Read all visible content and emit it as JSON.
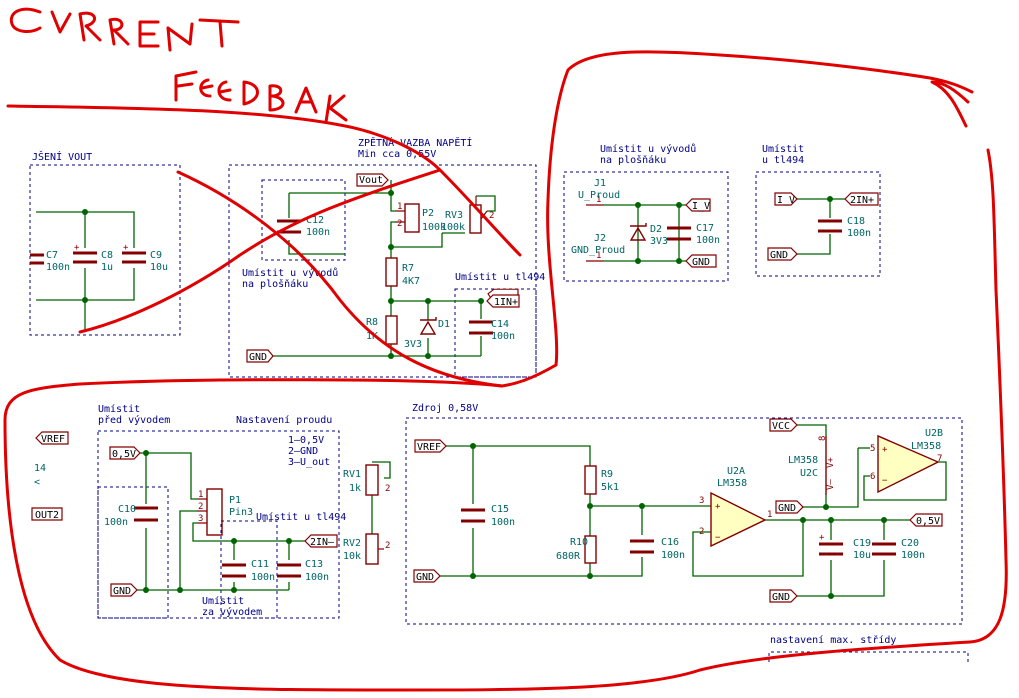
{
  "annotation": {
    "line1": "CVRRENT",
    "line2": "FEEDBAK"
  },
  "notes": {
    "voltage_feedback": "ZPĚTNÁ VAZBA NAPĚTÍ",
    "voltage_feedback_min": "Min cca 0,55V",
    "filter_vout": "JŠENÍ VOUT",
    "place_near_outputs": "Umístit u vývodů",
    "near_terminals": "na plošňáku",
    "place_at_tl494": "Umístit u tl494",
    "place_at": "Umístit",
    "at_tl494": "u tl494",
    "place_before": "Umístit",
    "before_outputs": "před vývodem",
    "current_setting": "Nastavení proudu",
    "setting_1": "1–0,5V",
    "setting_2": "2–GND",
    "setting_3": "3–U_out",
    "place_after": "Umístit",
    "after_outputs": "za vývodem",
    "source": "Zdroj 0,58V",
    "max_duty": "nastavení max. střídy"
  },
  "components": {
    "C7": {
      "ref": "C7",
      "value": "100n"
    },
    "C8": {
      "ref": "C8",
      "value": "1u"
    },
    "C9": {
      "ref": "C9",
      "value": "10u"
    },
    "C12": {
      "ref": "C12",
      "value": "100n"
    },
    "P2": {
      "ref": "P2",
      "value": "100k"
    },
    "RV3": {
      "ref": "RV3",
      "value": "100k"
    },
    "R7": {
      "ref": "R7",
      "value": "4K7"
    },
    "R8": {
      "ref": "R8",
      "value": "1K"
    },
    "D1": {
      "ref": "D1",
      "value": "3V3"
    },
    "C14": {
      "ref": "C14",
      "value": "100n"
    },
    "J1": {
      "ref": "J1",
      "value": "U_Proud"
    },
    "J2": {
      "ref": "J2",
      "value": "GND_Proud"
    },
    "D2": {
      "ref": "D2",
      "value": "3V3"
    },
    "C17": {
      "ref": "C17",
      "value": "100n"
    },
    "C18": {
      "ref": "C18",
      "value": "100n"
    },
    "C10": {
      "ref": "C10",
      "value": "100n"
    },
    "P1": {
      "ref": "P1",
      "value": "Pin3"
    },
    "C11": {
      "ref": "C11",
      "value": "100n"
    },
    "C13": {
      "ref": "C13",
      "value": "100n"
    },
    "RV1": {
      "ref": "RV1",
      "value": "1k"
    },
    "RV2": {
      "ref": "RV2",
      "value": "10k"
    },
    "R9": {
      "ref": "R9",
      "value": "5k1"
    },
    "R10": {
      "ref": "R10",
      "value": "680R"
    },
    "C15": {
      "ref": "C15",
      "value": "100n"
    },
    "C16": {
      "ref": "C16",
      "value": "100n"
    },
    "U2A": {
      "ref": "U2A",
      "value": "LM358"
    },
    "U2B": {
      "ref": "U2B",
      "value": "LM358"
    },
    "U2C": {
      "ref": "U2C",
      "value": "LM358"
    },
    "C19": {
      "ref": "C19",
      "value": "10u"
    },
    "C20": {
      "ref": "C20",
      "value": "100n"
    }
  },
  "nets": {
    "vout": "Vout",
    "gnd": "GND",
    "in1p": "1IN+",
    "l_v": "I_V",
    "in2p": "2IN+",
    "vref": "VREF",
    "v05": "0,5V",
    "in2m": "2IN–",
    "vcc": "VCC",
    "out2": "OUT2",
    "pin14": "14",
    "pin14b": "<"
  },
  "pins": {
    "p1": "1",
    "p2": "2",
    "p3": "3",
    "p5": "5",
    "p6": "6",
    "p7": "7",
    "p8": "8",
    "vplus": "V+",
    "vminus": "V–",
    "plus": "+",
    "minus": "−"
  }
}
